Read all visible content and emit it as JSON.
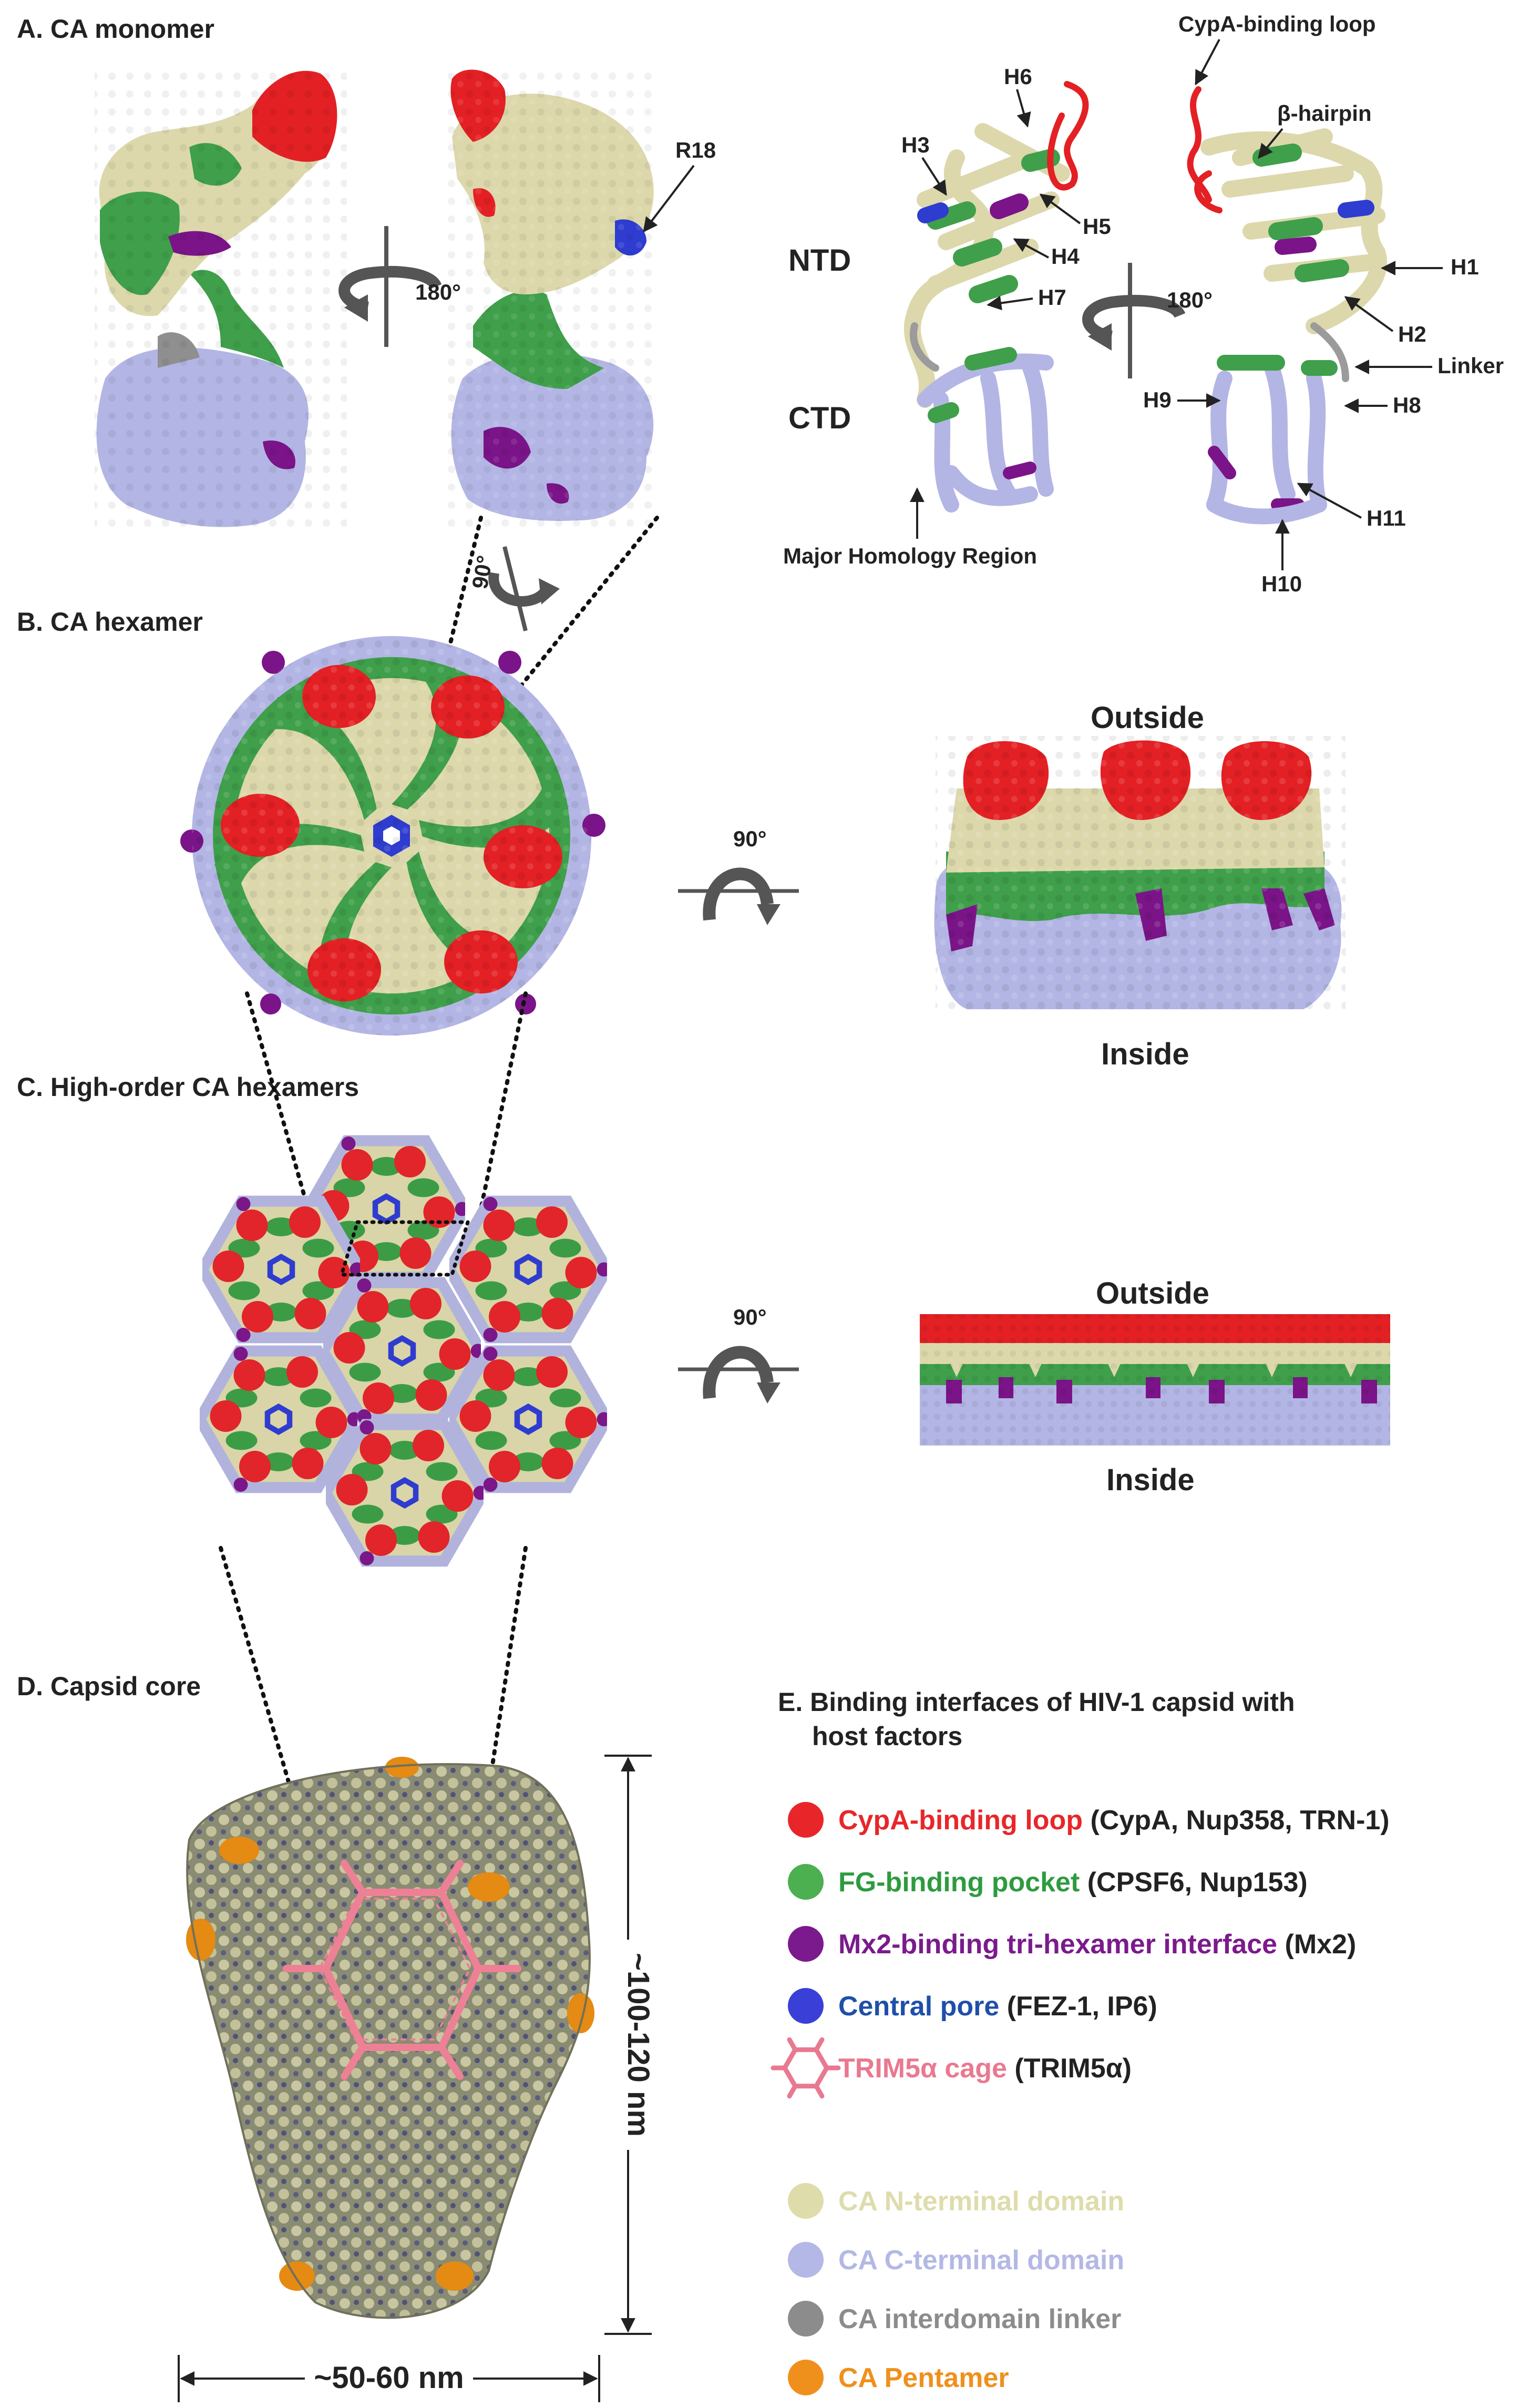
{
  "panels": {
    "a": "A. CA monomer",
    "b": "B. CA hexamer",
    "c": "C. High-order CA hexamers",
    "d": "D. Capsid core"
  },
  "labels": {
    "rotate180_left": "180°",
    "rotate180_right": "180°",
    "rotate90_a": "90°",
    "rotate90_b": "90°",
    "rotate90_c": "90°",
    "r18": "R18",
    "cypa_loop": "CypA-binding loop",
    "beta_hairpin": "β-hairpin",
    "ntd": "NTD",
    "ctd": "CTD",
    "h1": "H1",
    "h2": "H2",
    "h3": "H3",
    "h4": "H4",
    "h5": "H5",
    "h6": "H6",
    "h7": "H7",
    "h8": "H8",
    "h9": "H9",
    "h10": "H10",
    "h11": "H11",
    "linker": "Linker",
    "mhr": "Major Homology Region",
    "outside_b": "Outside",
    "inside_b": "Inside",
    "outside_c": "Outside",
    "inside_c": "Inside",
    "height": "~100-120 nm",
    "width": "~50-60 nm"
  },
  "legend": {
    "title_line1": "E. Binding interfaces of HIV-1 capsid with",
    "title_line2": "host factors",
    "items": [
      {
        "label": "CypA-binding loop",
        "factors": " (CypA, Nup358, TRN-1)",
        "color": "#e8262a",
        "label_color": "#e8262a",
        "icon": "dot-icon"
      },
      {
        "label": "FG-binding pocket",
        "factors": " (CPSF6, Nup153)",
        "color": "#4caf50",
        "label_color": "#2e9b3e",
        "icon": "dot-icon"
      },
      {
        "label": "Mx2-binding tri-hexamer interface",
        "factors": " (Mx2)",
        "color": "#7b1a8c",
        "label_color": "#7b1a8c",
        "icon": "dot-icon"
      },
      {
        "label": "Central pore",
        "factors": " (FEZ-1, IP6)",
        "color": "#3a3fd8",
        "label_color": "#1f4fa8",
        "icon": "dot-icon"
      },
      {
        "label": "TRIM5α cage",
        "factors": " (TRIM5α)",
        "color": "#e97990",
        "label_color": "#e97990",
        "icon": "hexagon-icon"
      }
    ],
    "domains": [
      {
        "label": "CA N-terminal domain",
        "color": "#dedcab"
      },
      {
        "label": "CA C-terminal domain",
        "color": "#b4b8e6"
      },
      {
        "label": "CA interdomain linker",
        "color": "#8c8c8c"
      },
      {
        "label": "CA Pentamer",
        "color": "#f0901c"
      }
    ]
  },
  "colors": {
    "ntd": "#dcd8ac",
    "ctd": "#b3b6e4",
    "red": "#e32024",
    "green": "#3f9f4a",
    "purple": "#7a1488",
    "blue": "#2f3cd0",
    "linker": "#8f8f8f",
    "pentamer": "#e58a12",
    "core": "#8c8c76",
    "cage": "#ee8096"
  }
}
